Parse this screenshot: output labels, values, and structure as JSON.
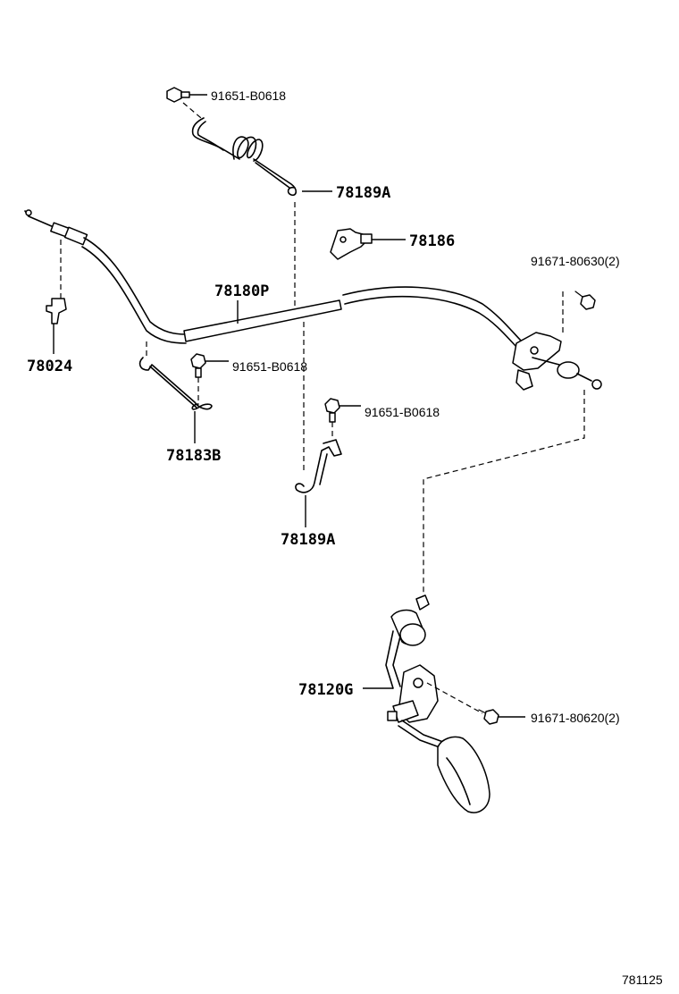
{
  "parts": {
    "bolt_top": "91651-B0618",
    "spring_top": "78189A",
    "bracket_78186": "78186",
    "bolt_right": "91671-80630(2)",
    "cable": "78180P",
    "clip_left": "78024",
    "bolt_mid_left": "91651-B0618",
    "clamp_78183B": "78183B",
    "bolt_mid": "91651-B0618",
    "spring_bottom": "78189A",
    "pedal": "78120G",
    "bolt_pedal": "91671-80620(2)"
  },
  "ref_code": "781125"
}
